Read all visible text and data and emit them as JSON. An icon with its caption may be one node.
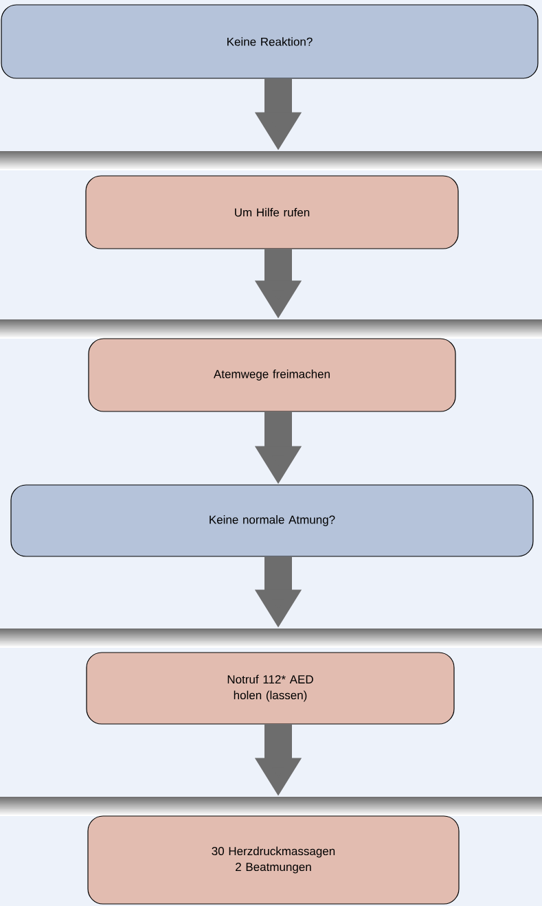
{
  "diagram": {
    "nodes": [
      {
        "text": [
          "Keine Reaktion?"
        ]
      },
      {
        "text": [
          "Um Hilfe rufen"
        ]
      },
      {
        "text": [
          "Atemwege freimachen"
        ]
      },
      {
        "text": [
          "Keine normale Atmung?"
        ]
      },
      {
        "text": [
          "Notruf 112* AED holen (lassen)"
        ]
      },
      {
        "text": [
          "30 Herzdruckmassagen 2 Beatmungen"
        ]
      }
    ],
    "edges": [
      {
        "from": 0,
        "to": 1,
        "arrow": "to"
      },
      {
        "from": 1,
        "to": 2,
        "arrow": "to"
      },
      {
        "from": 2,
        "to": 3,
        "arrow": "to"
      },
      {
        "from": 3,
        "to": 4,
        "arrow": "to"
      },
      {
        "from": 4,
        "to": 5,
        "arrow": "to"
      }
    ]
  }
}
